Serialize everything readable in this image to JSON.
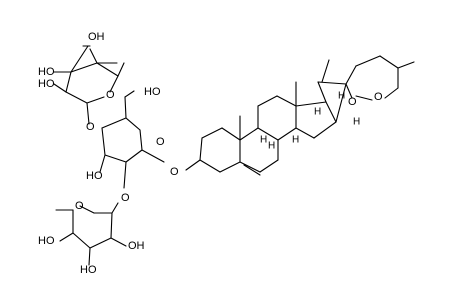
{
  "atom_labels": {
    "o_ring_top": "O",
    "o_ring_mid": "O",
    "o_ring_bot": "O",
    "o_ring_spiro_a": "O",
    "o_ring_spiro_b": "O",
    "o_link_rha1": "O",
    "o_link_glc2": "O",
    "o_link_glc3": "O",
    "oh_top1": "OH",
    "ho_top2": "HO",
    "ho_top3": "HO",
    "ho_glc6": "HO",
    "ho_glc4": "HO",
    "ho_bot3": "HO",
    "oh_bot2": "OH",
    "ho_bot4": "HO"
  },
  "stereo_labels": {
    "h_c8": "H",
    "h_c9": "H",
    "h_c14": "H",
    "h_c17": "H",
    "h_c20": "H",
    "h_c16": "H"
  }
}
